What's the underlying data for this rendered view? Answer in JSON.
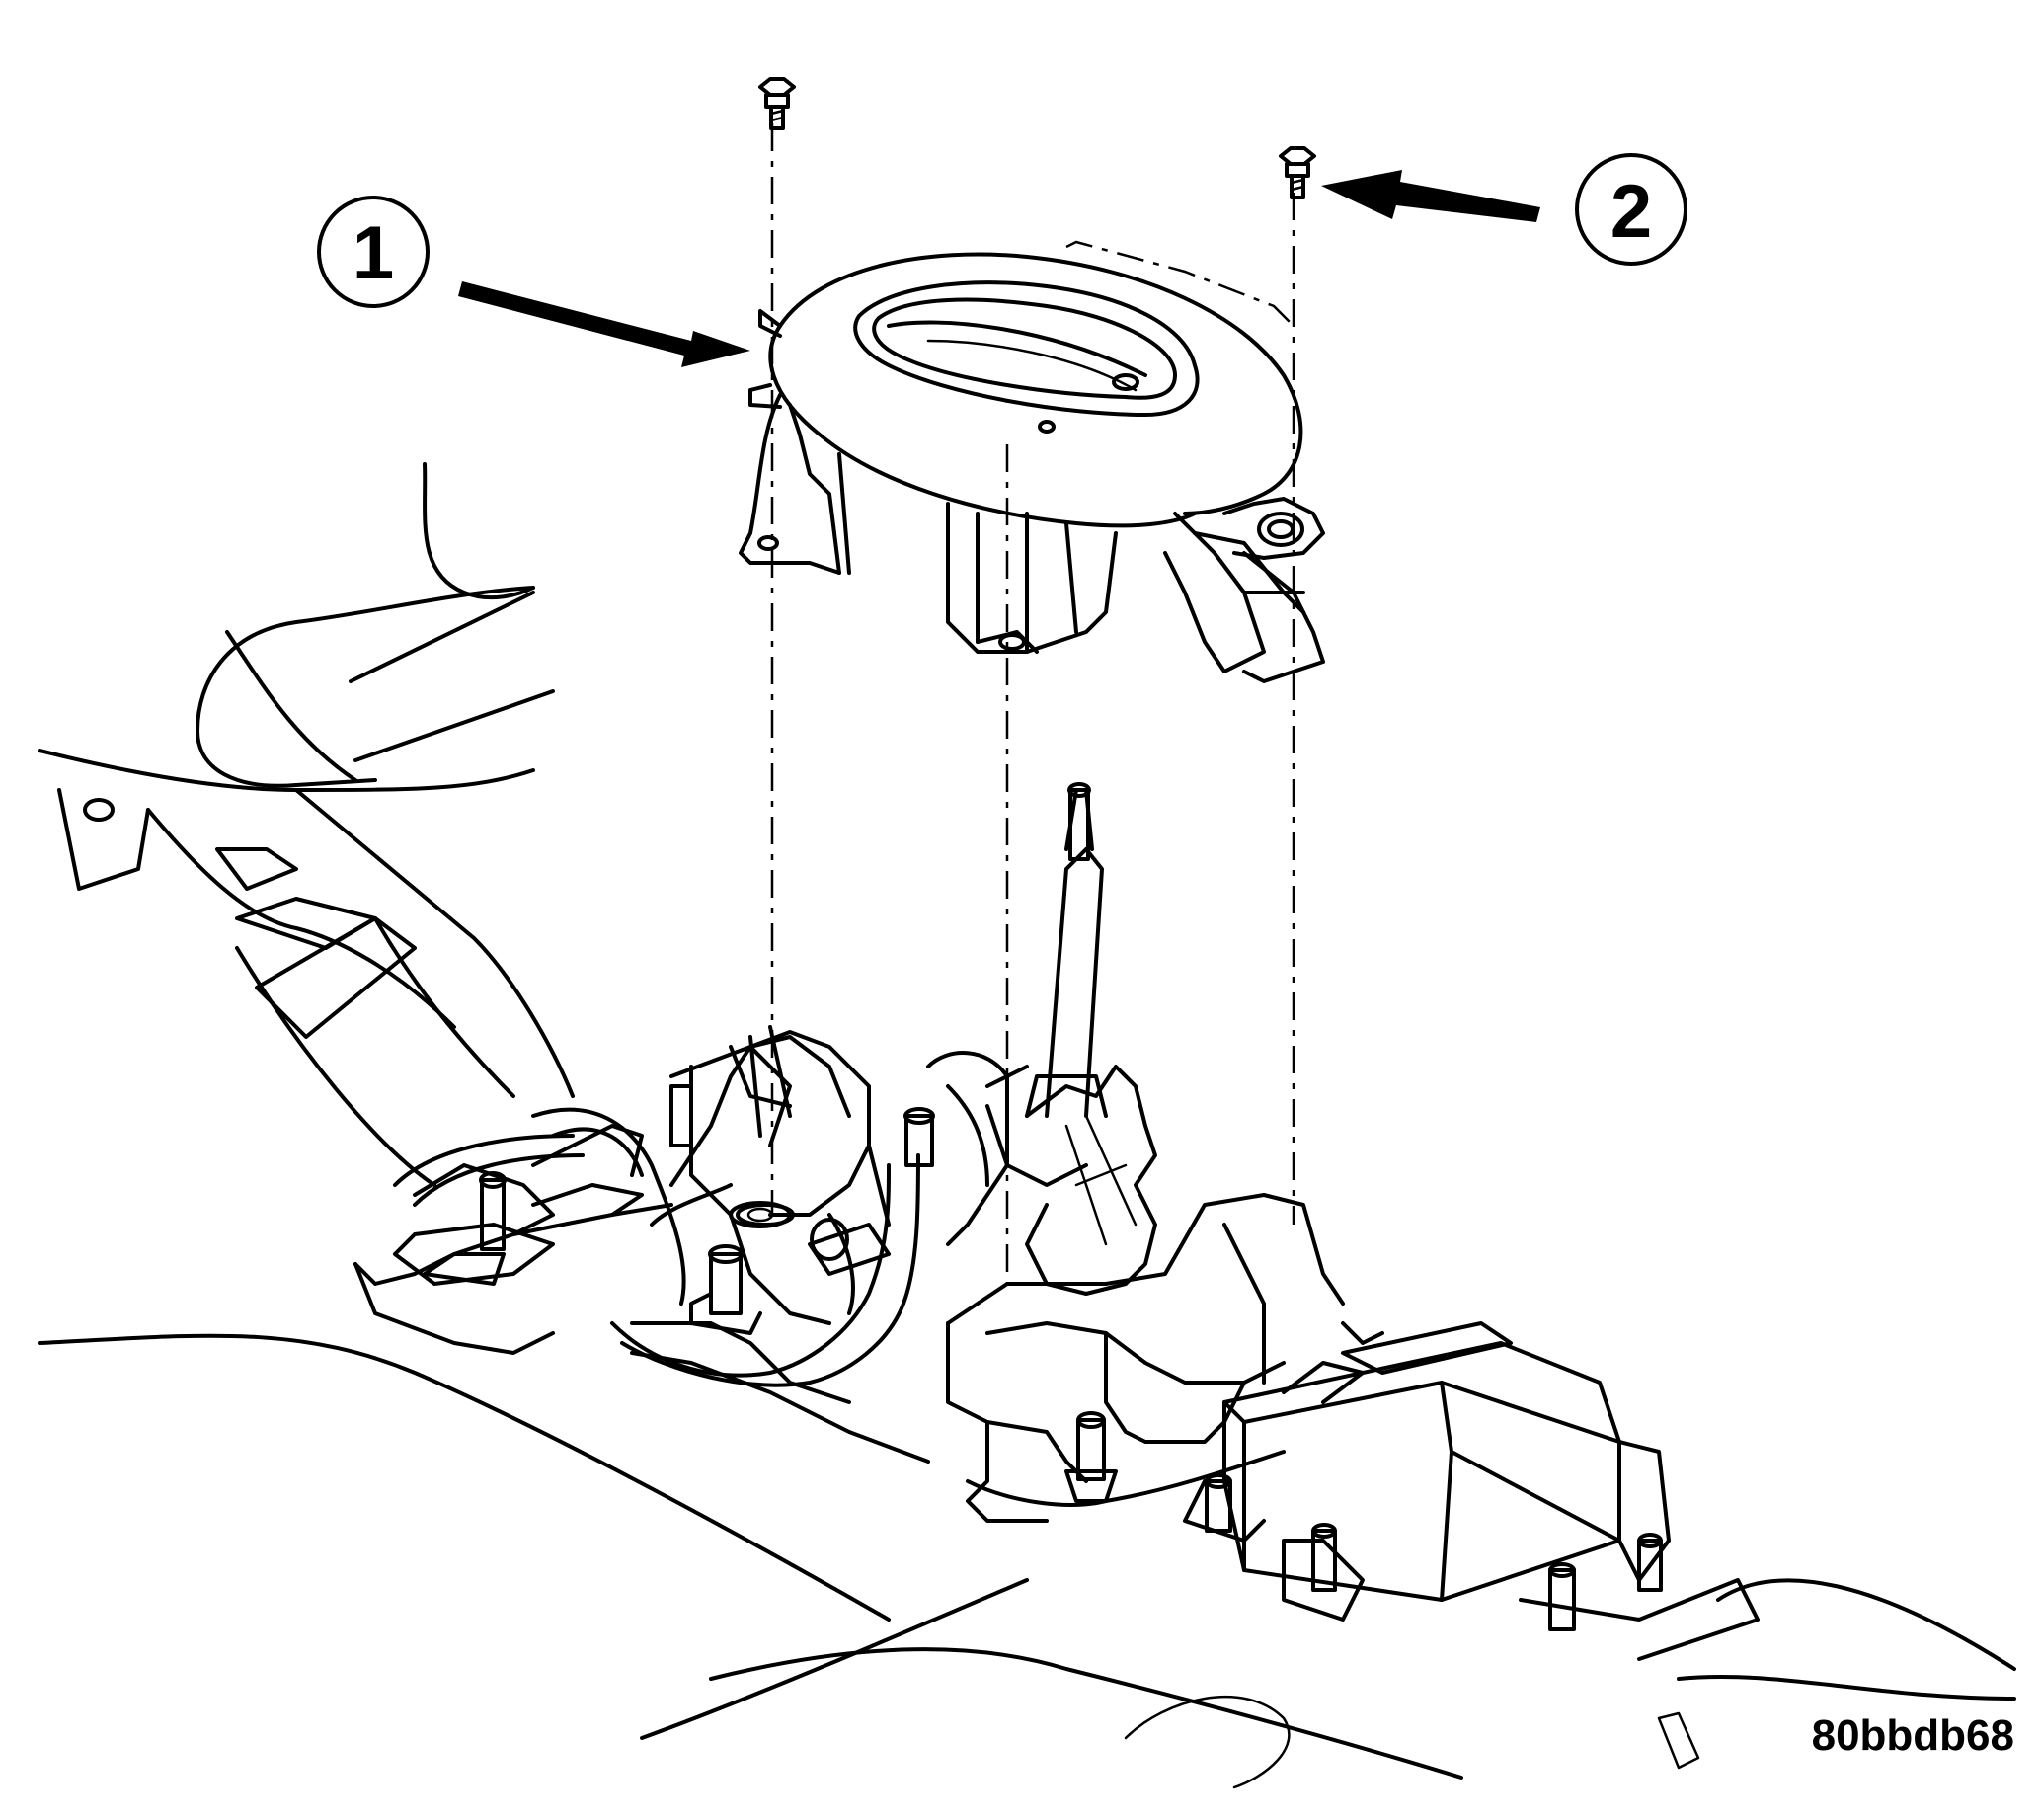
{
  "callouts": [
    {
      "number": "1"
    },
    {
      "number": "2"
    }
  ],
  "figure_code": "80bbdb68"
}
